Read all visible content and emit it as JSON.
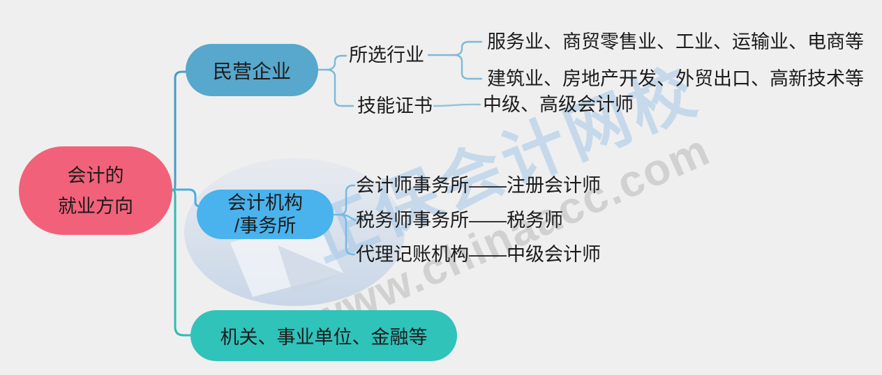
{
  "title": "会计就业方向思维导图",
  "root": {
    "label_line1": "会计的",
    "label_line2": "就业方向",
    "color": "#f2617a"
  },
  "branches": {
    "private": {
      "label": "民营企业",
      "color": "#58a7cc",
      "children": {
        "industry": {
          "label": "所选行业",
          "lines": [
            "服务业、商贸零售业、工业、运输业、电商等",
            "建筑业、房地产开发、外贸出口、高新技术等"
          ]
        },
        "certificate": {
          "label": "技能证书",
          "value": "中级、高级会计师"
        }
      }
    },
    "agency": {
      "label_line1": "会计机构",
      "label_line2": "/事务所",
      "color": "#4ab2ec",
      "children": [
        "会计师事务所——注册会计师",
        "税务师事务所——税务师",
        "代理记账机构——中级会计师"
      ]
    },
    "government": {
      "label": "机关、事业单位、金融等",
      "color": "#2fc3ba"
    }
  },
  "watermark": {
    "brand": "正保会计网校",
    "url": "www.chinaacc.com",
    "brand_color": "#a4c6e8",
    "url_color": "#c9c9c9"
  },
  "connector_colors": {
    "trunk_up": "#4a9bc6",
    "trunk_down": "#2fbcb4",
    "middle": "#4aaede",
    "bracket_light": "#7db8dc",
    "bracket_sky": "#74b9e4"
  },
  "background": "#efefef"
}
